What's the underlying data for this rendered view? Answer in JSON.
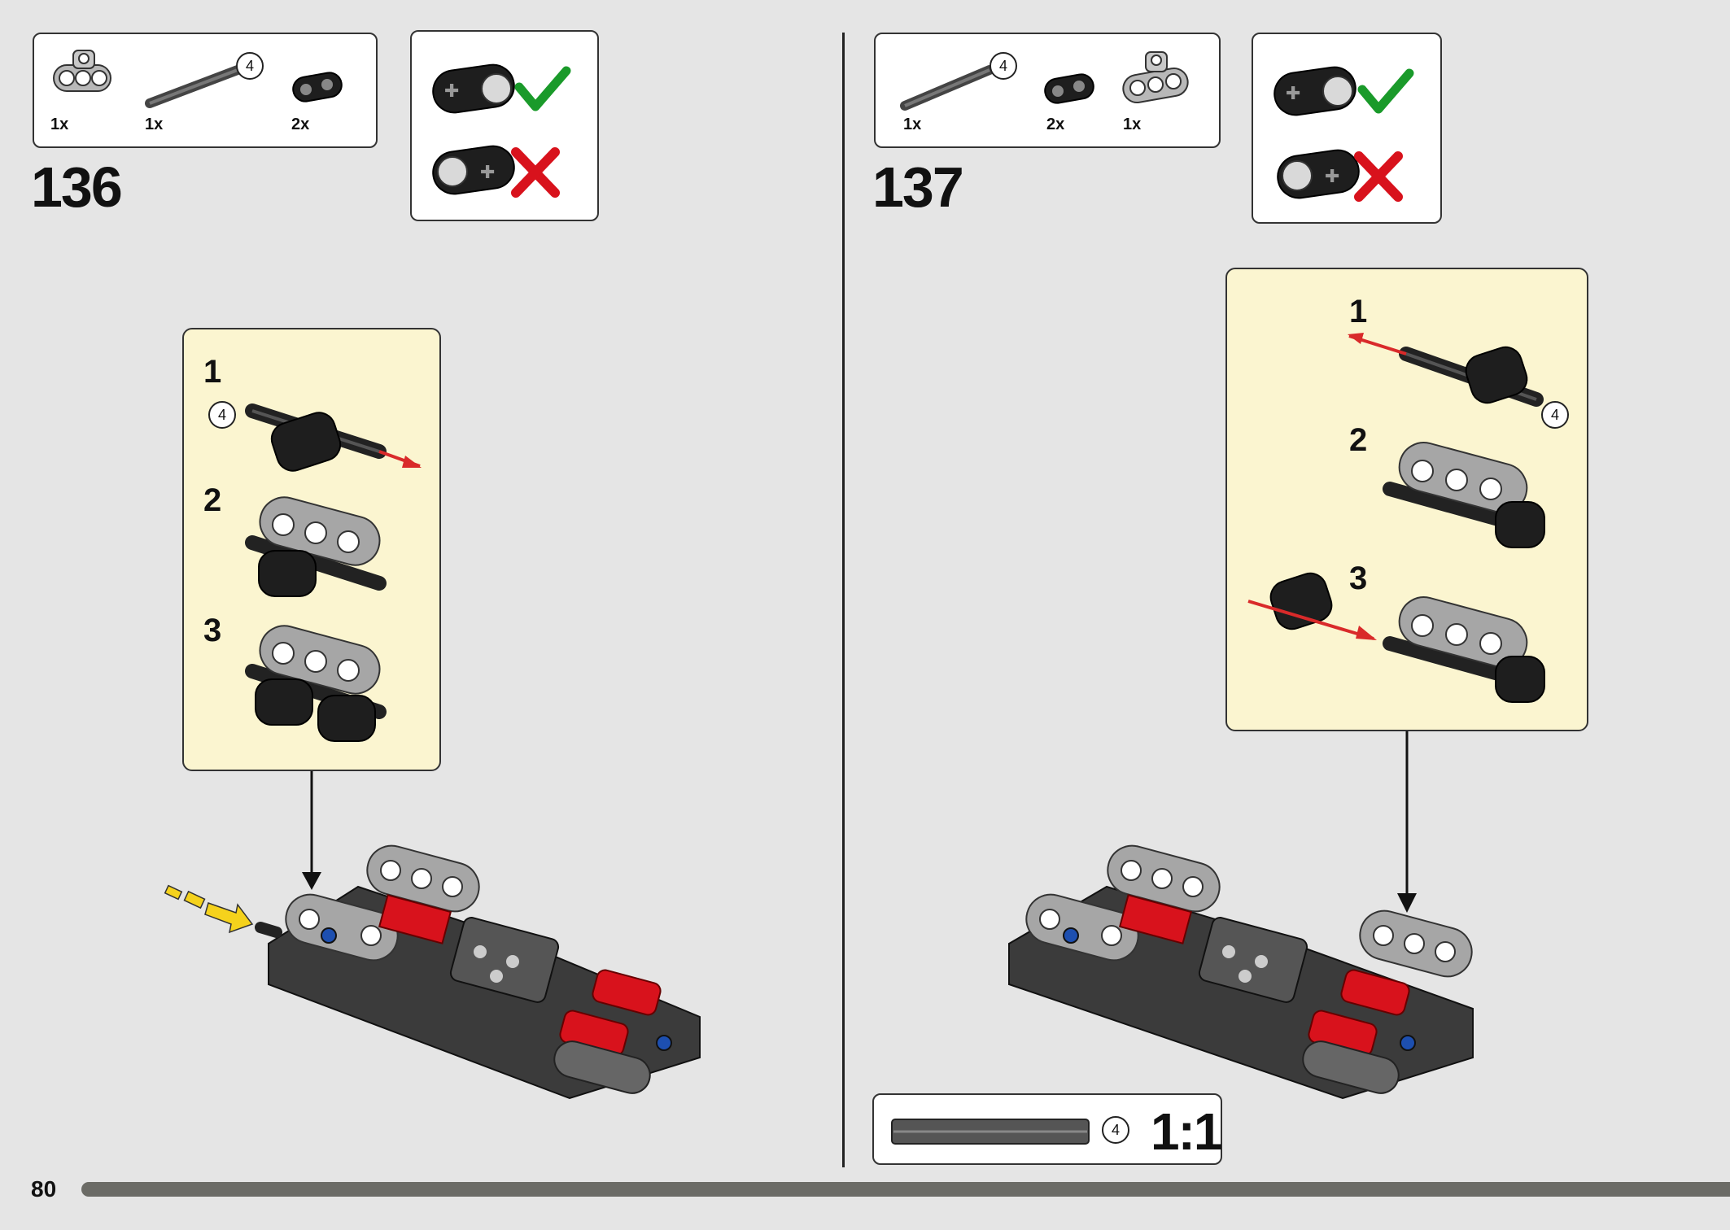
{
  "page": {
    "number": "80"
  },
  "step136": {
    "number": "136",
    "parts": [
      {
        "name": "light-gray-axle-pin-connector",
        "qty": "1x"
      },
      {
        "name": "axle-4",
        "qty": "1x",
        "length": "4"
      },
      {
        "name": "black-liftarm-thick-1x2",
        "qty": "2x"
      }
    ],
    "orientation_hint": {
      "correct": "check-icon",
      "wrong": "cross-icon"
    },
    "substeps": [
      {
        "label": "1",
        "axle_length": "4"
      },
      {
        "label": "2"
      },
      {
        "label": "3"
      }
    ]
  },
  "step137": {
    "number": "137",
    "parts": [
      {
        "name": "axle-4",
        "qty": "1x",
        "length": "4"
      },
      {
        "name": "black-liftarm-thick-1x2",
        "qty": "2x"
      },
      {
        "name": "light-gray-axle-pin-connector",
        "qty": "1x"
      }
    ],
    "orientation_hint": {
      "correct": "check-icon",
      "wrong": "cross-icon"
    },
    "substeps": [
      {
        "label": "1",
        "axle_length": "4"
      },
      {
        "label": "2"
      },
      {
        "label": "3"
      }
    ],
    "scale_guide": {
      "axle_length": "4",
      "ratio": "1:1"
    }
  },
  "colors": {
    "background": "#e5e5e5",
    "callout": "#fbf5d0",
    "check": "#1a9a2a",
    "cross": "#d8121c",
    "arrow_red": "#d92a2a",
    "arrow_yellow": "#f5d21c"
  }
}
